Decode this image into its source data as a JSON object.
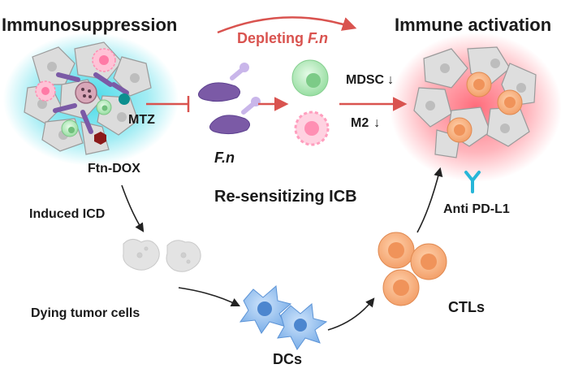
{
  "labels": {
    "immunosuppression": "Immunosuppression",
    "depleting_prefix": "Depleting ",
    "depleting_organism": "F.n",
    "immune_activation": "Immune activation",
    "mtz": "MTZ",
    "ftn_dox": "Ftn-DOX",
    "fn": "F.n",
    "mdsc": "MDSC",
    "m2": "M2",
    "down_arrow": "↓",
    "resensitizing": "Re-sensitizing ICB",
    "induced_icd": "Induced ICD",
    "anti_pdl1": "Anti PD-L1",
    "dying_tumor_cells": "Dying tumor cells",
    "ctls": "CTLs",
    "dcs": "DCs"
  },
  "colors": {
    "suppression_glow": "#35d6e6",
    "activation_glow": "#ff5a6a",
    "red_arrow": "#d9534f",
    "black_arrow": "#222222",
    "bacteria": "#7b5aa6",
    "mdsc_cell": "#9fe3a8",
    "m2_cell": "#ffc2d6",
    "ctl_cell": "#f7a86a",
    "dc_cell": "#7aaee8",
    "antibody": "#27b6d8",
    "tumor_cell": "#d8d8d8"
  }
}
